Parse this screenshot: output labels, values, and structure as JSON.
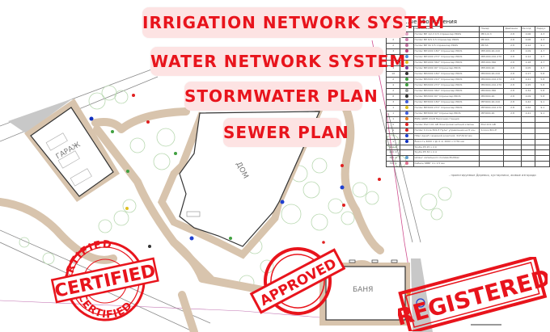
{
  "banners": [
    {
      "label": "IRRIGATION NETWORK SYSTEM"
    },
    {
      "label": "WATER NETWORK SYSTEM"
    },
    {
      "label": "STORMWATER PLAN"
    },
    {
      "label": "SEWER PLAN"
    }
  ],
  "plan": {
    "buildings": {
      "garage": "ГАРАЖ",
      "house": "ДОМ",
      "bathhouse": "БАНЯ"
    },
    "note": "- проектируемые Деревья, кустарники, живые изгороди"
  },
  "legend": {
    "title": "...ые обозначения",
    "columns": [
      "№",
      "",
      "Наименование",
      "Номер",
      "Давление",
      "Расход",
      "Радиус"
    ],
    "rows": [
      {
        "n": "1",
        "color": "#e0a0c0",
        "name": "Hunter MP 1/2-3 0.5 Спринклер PROS",
        "code": "MP-1/2-3",
        "p": "2.8",
        "q": "0.06",
        "r": "4.3"
      },
      {
        "n": "2",
        "color": "#d080b0",
        "name": "Hunter MP R/S 0.5 Спринклер PROS",
        "code": "MP-R/S",
        "p": "2.8",
        "q": "0.06",
        "r": "4.3"
      },
      {
        "n": "2",
        "color": "#c070a0",
        "name": "Hunter MP SS 0.5 Спринклер PROS",
        "code": "MP-SS",
        "p": "2.8",
        "q": "0.12",
        "r": "9.1"
      },
      {
        "n": "3",
        "color": "#c04080",
        "name": "Hunter MP1000 180° Спринклер PROS",
        "code": "MP1000-90-210",
        "p": "2.8",
        "q": "0.09",
        "r": "4.7"
      },
      {
        "n": "3",
        "color": "#4a90e0",
        "name": "Hunter MP1000 270° Спринклер PROS",
        "code": "MP1000-210-270",
        "p": "2.8",
        "q": "0.14",
        "r": "4.7"
      },
      {
        "n": "3",
        "color": "#e0c020",
        "name": "Hunter MP1000 360° Спринклер PROS",
        "code": "MP1000-360",
        "p": "2.8",
        "q": "0.18",
        "r": "4.7"
      },
      {
        "n": "1",
        "color": "#8040a0",
        "name": "Hunter MP1000 90° Спринклер PROS",
        "code": "MP1000-90",
        "p": "2.8",
        "q": "0.05",
        "r": "4.7"
      },
      {
        "n": "16",
        "color": "#333333",
        "name": "Hunter MP2000 180° Спринклер PROS",
        "code": "MP2000-90-210",
        "p": "2.8",
        "q": "0.17",
        "r": "5.8"
      },
      {
        "n": "2",
        "color": "#40a040",
        "name": "Hunter MP2000 210° Спринклер PROS",
        "code": "MP2000-210-270",
        "p": "2.8",
        "q": "0.21",
        "r": "5.8"
      },
      {
        "n": "4",
        "color": "#40a040",
        "name": "Hunter MP2000 270° Спринклер PROS",
        "code": "MP2000-210-270",
        "p": "2.8",
        "q": "0.25",
        "r": "5.8"
      },
      {
        "n": "2",
        "color": "#a0a0a0",
        "name": "Hunter MP2000 360° Спринклер PROS",
        "code": "MP2000-360",
        "p": "2.8",
        "q": "0.34",
        "r": "5.8"
      },
      {
        "n": "8",
        "color": "#333333",
        "name": "Hunter MP2000 90° Спринклер PROS",
        "code": "MP2000-90",
        "p": "2.8",
        "q": "0.09",
        "r": "5.8"
      },
      {
        "n": "3",
        "color": "#4060e0",
        "name": "Hunter MP3000 180° Спринклер PROS",
        "code": "MP3000-90-210",
        "p": "2.8",
        "q": "0.42",
        "r": "9.1"
      },
      {
        "n": "1",
        "color": "#e0c020",
        "name": "Hunter MP3000 270° Спринклер PROS",
        "code": "MP3000-210-270",
        "p": "2.8",
        "q": "0.62",
        "r": "9.1"
      },
      {
        "n": "1",
        "color": "#4060e0",
        "name": "Hunter MP3000 90° Спринклер PROS",
        "code": "MP3000-90",
        "p": "2.8",
        "q": "0.21",
        "r": "9.1"
      },
      {
        "n": "1",
        "color": "#f08020",
        "name": "ESPA ADPE 2/4-B Насосная станция",
        "code": "",
        "p": "",
        "q": "",
        "r": ""
      },
      {
        "n": "5",
        "color": "#e02020",
        "name": "Hunter PGV 101 GB Электромагнитный клапан",
        "code": "PGV-101-GB",
        "p": "",
        "q": "",
        "r": ""
      },
      {
        "n": "1",
        "color": "#e02020",
        "name": "Hunter X-Core 801-E Пульт управления на 8 зон",
        "code": "X-Core 801-E",
        "p": "",
        "q": "",
        "r": ""
      },
      {
        "n": "4",
        "color": "#2040d0",
        "name": "Hitec Aquaf с водяной розеткой, 3/4\"/6/12 мм",
        "code": "",
        "p": "",
        "q": "",
        "r": ""
      },
      {
        "n": "1",
        "color": "#1030c0",
        "name": "Ёмкость 4000 л Д=1.9; 2000 х 1730 мм",
        "code": "",
        "p": "",
        "q": "",
        "r": ""
      },
      {
        "n": "200 m",
        "color": "",
        "name": "Труба PЭ 25 х 2.0",
        "code": "",
        "p": "",
        "q": "",
        "r": ""
      },
      {
        "n": "200 m",
        "color": "",
        "name": "Труба PЭ 32 х 2.4",
        "code": "",
        "p": "",
        "q": "",
        "r": ""
      },
      {
        "n": "300 m",
        "color": "#60a0d0",
        "name": "Шланг капельного полива Multibar",
        "code": "",
        "p": "",
        "q": "",
        "r": ""
      },
      {
        "n": "750 m",
        "color": "#e07090",
        "name": "Кабель КВВГ 4 х 1.5 мм",
        "code": "",
        "p": "",
        "q": "",
        "r": ""
      }
    ]
  },
  "stamps": {
    "certified_ring": "CERTIFIED",
    "certified_center": "CERTIFIED",
    "approved": "APPROVED",
    "registered": "REGISTERED",
    "color": "#e8141c"
  },
  "colors": {
    "banner_bg": "#fde3e3",
    "banner_text": "#e8141c",
    "path": "#d8c4ad",
    "wall": "#333333",
    "tree": "#b8d8b0"
  }
}
